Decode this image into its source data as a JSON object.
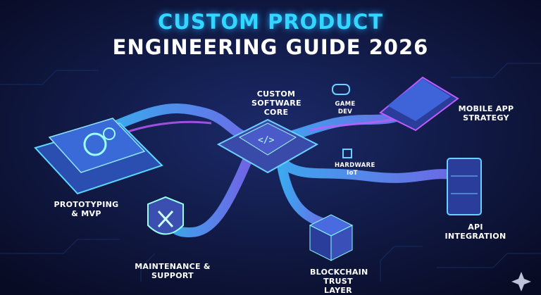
{
  "title": {
    "line1": "CUSTOM PRODUCT",
    "line2": "ENGINEERING GUIDE 2026"
  },
  "nodes": {
    "core": "CUSTOM SOFTWARE CORE",
    "game_dev": "GAME DEV",
    "hardware": "HARDWARE IoT",
    "mobile": "MOBILE APP STRATEGY",
    "prototyping": "PROTOTYPING & MVP",
    "api": "API INTEGRATION",
    "maintenance": "MAINTENANCE & SUPPORT",
    "blockchain": "BLOCKCHAIN TRUST LAYER"
  },
  "colors": {
    "accent": "#33d6ff",
    "pipe": "#5a7cf0",
    "glow": "#b04dff",
    "bg": "#0b0f2e"
  }
}
